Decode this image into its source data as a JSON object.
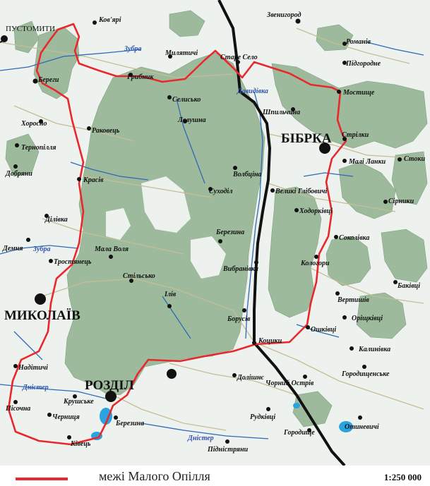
{
  "map": {
    "colors": {
      "land": "#eef2ef",
      "forest": "#9dbb9c",
      "forest_edge": "#7fa07f",
      "river": "#2f68b8",
      "water": "#29a4e0",
      "road": "#c6bd95",
      "rail": "#111111",
      "boundary": "#e8282c",
      "label": "#111111",
      "river_label": "#2f52b0"
    },
    "towns": [
      {
        "name": "Миколаїв",
        "kind": "city"
      },
      {
        "name": "Розділ",
        "kind": "city"
      },
      {
        "name": "Бібрка",
        "kind": "city"
      },
      {
        "name": "Пустомити",
        "kind": "town"
      }
    ],
    "villages": [
      "Ков'ярі",
      "Звенигород",
      "Романів",
      "Підгородне",
      "Милятичі",
      "Старе Село",
      "Грибник",
      "Береги",
      "Мостище",
      "Селисько",
      "Шпильчина",
      "Ловушна",
      "Хоросно",
      "Раковець",
      "Стрілки",
      "Тернопілля",
      "Стоки",
      "Малі Ланки",
      "Добряни",
      "Волбціна",
      "Красів",
      "Суходіл",
      "Великі Глібовичі",
      "Сірники",
      "Ділівка",
      "Ходорківці",
      "Березина",
      "Соколівка",
      "Демня",
      "Мала Воля",
      "Кологори",
      "Тростянець",
      "Вибранівка",
      "Стільсько",
      "Баківці",
      "Вертишів",
      "Ілів",
      "Борусів",
      "Оріщківці",
      "Ошківці",
      "Калинівка",
      "Коцики",
      "Надітичі",
      "Долішнє",
      "Чорний Острів",
      "Городищенське",
      "Крушське",
      "Пісочна",
      "Рудківці",
      "Черниця",
      "Березина",
      "Отиневичі",
      "Городище",
      "Ківець",
      "Підністряни"
    ],
    "rivers": [
      "Зубра",
      "Давидівка",
      "Зубра",
      "Дністер",
      "Дністер"
    ]
  },
  "legend": {
    "boundary_label": "межі Малого Опілля",
    "scale": "1:250 000"
  }
}
